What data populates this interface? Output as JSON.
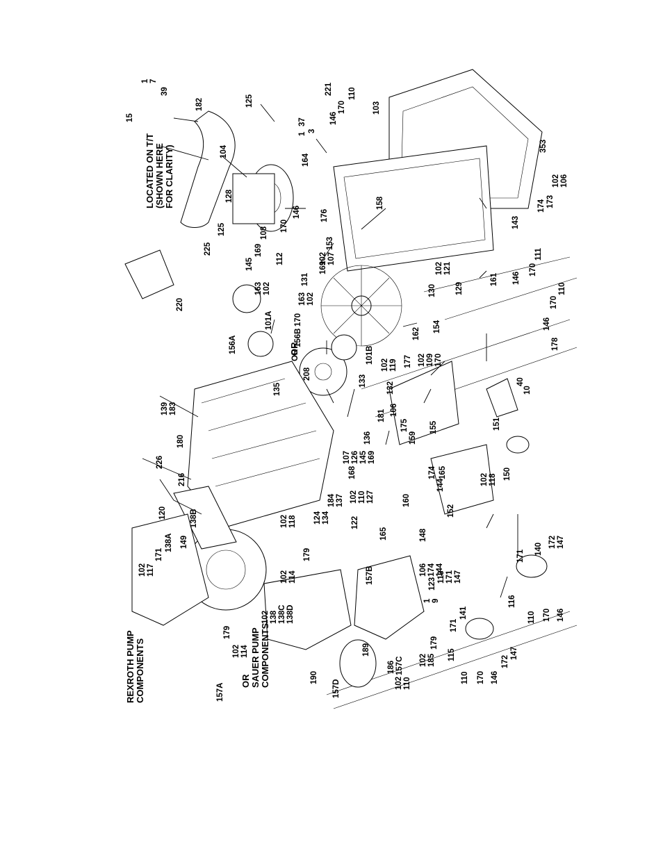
{
  "notes": {
    "rexroth_line1": "REXROTH PUMP",
    "rexroth_line2": "COMPONENTS",
    "sauer_line1": "SAUER PUMP",
    "sauer_line2": "COMPONENTS",
    "or_1": "OR",
    "or_2": "OR",
    "located_line1": "LOCATED ON T/T",
    "located_line2": "(SHOWN HERE",
    "located_line3": "FOR CLARITY)"
  },
  "callouts": [
    "220",
    "225",
    "125",
    "182",
    "104",
    "128",
    "125",
    "15",
    "39",
    "1",
    "7",
    "221",
    "110",
    "170",
    "146",
    "1",
    "37",
    "3",
    "103",
    "164",
    "176",
    "158",
    "353",
    "102",
    "106",
    "174",
    "173",
    "143",
    "111",
    "170",
    "146",
    "110",
    "170",
    "146",
    "108",
    "169",
    "145",
    "112",
    "170",
    "146",
    "153",
    "102",
    "121",
    "169",
    "102",
    "107",
    "131",
    "129",
    "130",
    "161",
    "163",
    "102",
    "163",
    "102",
    "170",
    "101A",
    "156A",
    "156B",
    "101B",
    "OR",
    "208",
    "135",
    "139",
    "183",
    "133",
    "132",
    "102",
    "119",
    "177",
    "162",
    "154",
    "102",
    "109",
    "170",
    "40",
    "10",
    "178",
    "181",
    "106",
    "175",
    "159",
    "155",
    "151",
    "226",
    "216",
    "180",
    "136",
    "107",
    "126",
    "145",
    "169",
    "168",
    "184",
    "137",
    "102",
    "110",
    "127",
    "160",
    "174",
    "144",
    "165",
    "150",
    "102",
    "118",
    "120",
    "138B",
    "124",
    "134",
    "102",
    "118",
    "122",
    "165",
    "148",
    "106",
    "174",
    "144",
    "152",
    "138A",
    "149",
    "102",
    "117",
    "171",
    "179",
    "102",
    "114",
    "157B",
    "102",
    "138",
    "138C",
    "138D",
    "102",
    "114",
    "179",
    "157A",
    "190",
    "1",
    "9",
    "123",
    "113",
    "171",
    "147",
    "116",
    "171",
    "140",
    "172",
    "147",
    "110",
    "170",
    "146",
    "189",
    "157C",
    "179",
    "102",
    "185",
    "171",
    "141",
    "115",
    "110",
    "170",
    "146",
    "172",
    "147",
    "157D",
    "102",
    "110",
    "186"
  ]
}
